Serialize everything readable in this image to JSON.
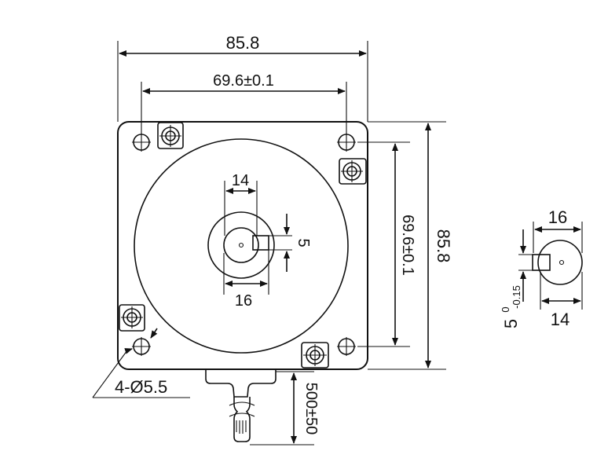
{
  "front_view": {
    "dimensions": {
      "overall_width": "85.8",
      "hole_spacing_horizontal": "69.6±0.1",
      "overall_height": "85.8",
      "hole_spacing_vertical": "69.6±0.1",
      "shaft_diameter": "16",
      "shaft_flat_width": "14",
      "key_width": "5",
      "mounting_holes": "4-Ø5.5",
      "lead_length": "500±50"
    }
  },
  "shaft_detail": {
    "dimensions": {
      "shaft_diameter": "16",
      "flat_width": "14",
      "key_width_base": "5",
      "key_tol_upper": "0",
      "key_tol_lower": "-0.15"
    }
  },
  "colors": {
    "line": "#111111",
    "background": "#ffffff"
  }
}
